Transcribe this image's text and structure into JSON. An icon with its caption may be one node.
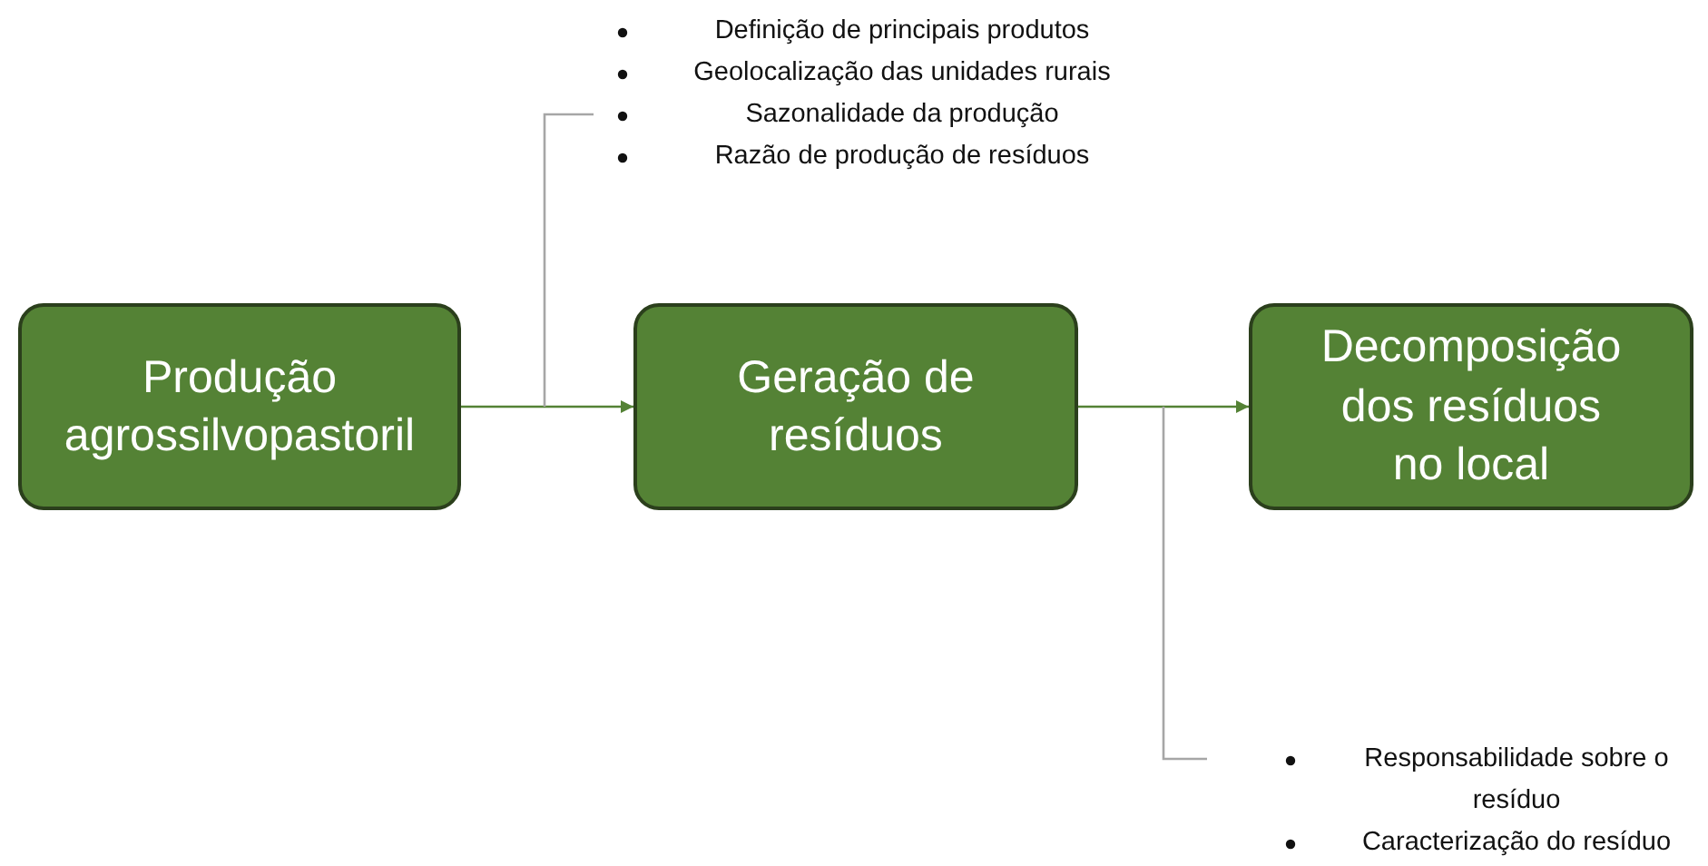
{
  "diagram": {
    "nodes": [
      {
        "text": [
          "Produção agrossilvopastoril"
        ]
      },
      {
        "text": [
          "Geração de resíduos"
        ]
      },
      {
        "text": [
          "Decomposição dos resíduos no local"
        ]
      },
      {
        "text": [
          "Definição de principais produtos",
          "Geolocalização das unidades rurais",
          "Sazonalidade da produção",
          "Razão de produção de resíduos"
        ]
      },
      {
        "text": [
          "Responsabilidade sobre o resíduo",
          "Caracterização do resíduo"
        ]
      }
    ],
    "edges": [
      {
        "from": 0,
        "to": 1,
        "arrow": "to"
      },
      {
        "from": 1,
        "to": 2,
        "arrow": "to"
      },
      {
        "from": 3,
        "to": null,
        "arrow": "none",
        "color": "#a6a6a6"
      },
      {
        "from": 4,
        "to": null,
        "arrow": "none",
        "color": "#a6a6a6"
      }
    ]
  }
}
